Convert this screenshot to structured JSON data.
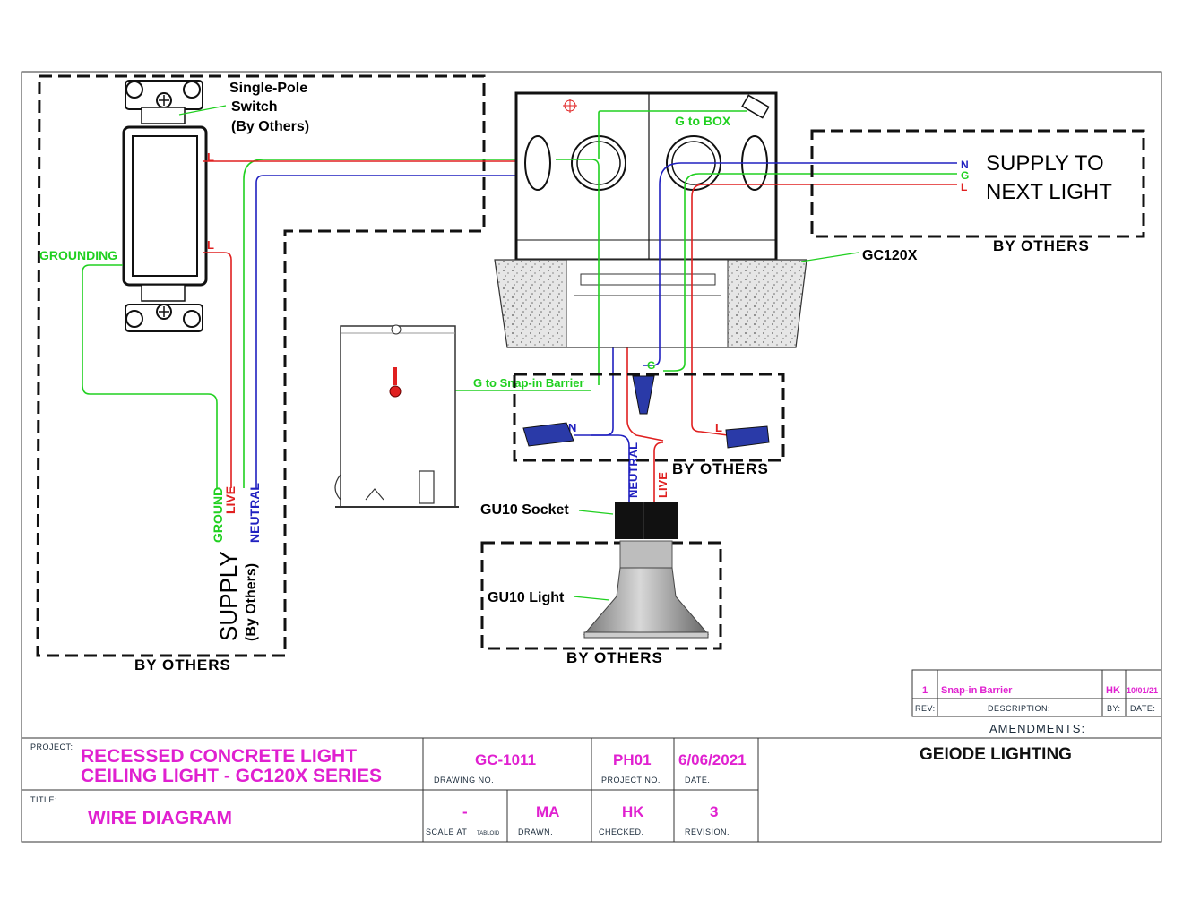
{
  "labels": {
    "switch": [
      "Single-Pole",
      "Switch",
      "(By Others)"
    ],
    "switch_l1": "L",
    "switch_l2": "L",
    "grounding": "GROUNDING",
    "ground_vert": "GROUND",
    "live_vert": "LIVE",
    "neutral_vert": "NEUTRAL",
    "supply": "SUPPLY",
    "supply_sub": "(By Others)",
    "by_others_1": "BY OTHERS",
    "by_others_2": "BY OTHERS",
    "by_others_3": "BY OTHERS",
    "by_others_4": "BY OTHERS",
    "g_to_box": "G to BOX",
    "supply_next": [
      "SUPPLY TO",
      "NEXT LIGHT"
    ],
    "ngl": [
      "N",
      "G",
      "L"
    ],
    "gc120x": "GC120X",
    "g_to_barrier": "G to Snap-in Barrier",
    "g_small": "G",
    "n_small": "N",
    "l_small": "L",
    "neutral_lead": "NEUTRAL",
    "live_lead": "LIVE",
    "gu10_socket": "GU10 Socket",
    "gu10_light": "GU10 Light"
  },
  "amendments": {
    "rev": "1",
    "description": "Snap-in Barrier",
    "by": "HK",
    "date": "10/01/21",
    "h_rev": "REV:",
    "h_desc": "DESCRIPTION:",
    "h_by": "BY:",
    "h_date": "DATE:",
    "title": "AMENDMENTS:"
  },
  "title_block": {
    "project_label": "PROJECT:",
    "project_line1": "RECESSED CONCRETE LIGHT",
    "project_line2": "CEILING LIGHT - GC120X SERIES",
    "title_label": "TITLE:",
    "title": "WIRE DIAGRAM",
    "drawing_no": "GC-1011",
    "drawing_no_label": "DRAWING NO.",
    "project_no": "PH01",
    "project_no_label": "PROJECT NO.",
    "date": "6/06/2021",
    "date_label": "DATE.",
    "scale": "-",
    "scale_label": "SCALE AT",
    "scale_sub": "TABLOID",
    "drawn": "MA",
    "drawn_label": "DRAWN.",
    "checked": "HK",
    "checked_label": "CHECKED.",
    "revision": "3",
    "revision_label": "REVISION.",
    "company": "GEIODE LIGHTING"
  },
  "colors": {
    "live": "#e02020",
    "neutral": "#2020c0",
    "ground": "#20d020",
    "accent": "#e020d0"
  }
}
